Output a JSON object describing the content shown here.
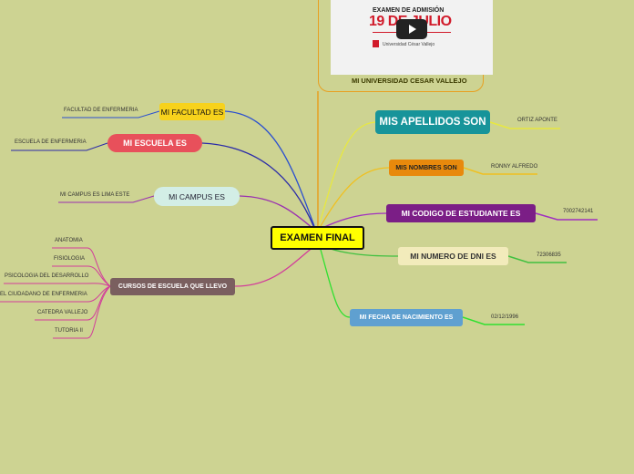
{
  "root": {
    "label": "EXAMEN FINAL"
  },
  "media": {
    "title_line1": "EXAMEN DE ADMISIÓN",
    "title_line2": "19 DE JULIO",
    "logo_text": "Universidad César Vallejo",
    "caption": "MI UNIVERSIDAD CESAR VALLEJO",
    "play_icon": "play-icon"
  },
  "left_branches": {
    "facultad": {
      "label": "MI FACULTAD ES",
      "leaf": "FACULTAD DE ENFERMERIA"
    },
    "escuela": {
      "label": "MI ESCUELA ES",
      "leaf": "ESCUELA DE ENFERMERIA"
    },
    "campus": {
      "label": "MI CAMPUS ES",
      "leaf": "MI CAMPUS ES LIMA ESTE"
    },
    "cursos": {
      "label": "CURSOS DE ESCUELA QUE LLEVO",
      "leaves": [
        "ANATOMIA",
        "FISIOLOGIA",
        "PSICOLOGIA DEL DESARROLLO",
        "EL CIUDADANO DE ENFERMERIA",
        "CATEDRA VALLEJO",
        "TUTORIA II"
      ]
    }
  },
  "right_branches": {
    "apellidos": {
      "label": "MIS APELLIDOS SON",
      "value": "ORTIZ APONTE"
    },
    "nombres": {
      "label": "MIS NOMBRES SON",
      "value": "RONNY ALFREDO"
    },
    "codigo": {
      "label": "MI CODIGO DE ESTUDIANTE ES",
      "value": "7002742141"
    },
    "dni": {
      "label": "MI NUMERO DE DNI ES",
      "value": "72306835"
    },
    "nacimiento": {
      "label": "MI FECHA DE NACIMIENTO ES",
      "value": "02/12/1996"
    }
  },
  "colors": {
    "background": "#cdd392",
    "root": "#ffff00",
    "facultad": "#f7d21c",
    "escuela": "#e8505b",
    "campus": "#d3eee6",
    "cursos": "#7a5f5f",
    "apellidos": "#17949a",
    "nombres": "#e8890c",
    "codigo": "#7b1e86",
    "dni": "#f2ebbb",
    "nacimiento": "#5fa0d0"
  }
}
